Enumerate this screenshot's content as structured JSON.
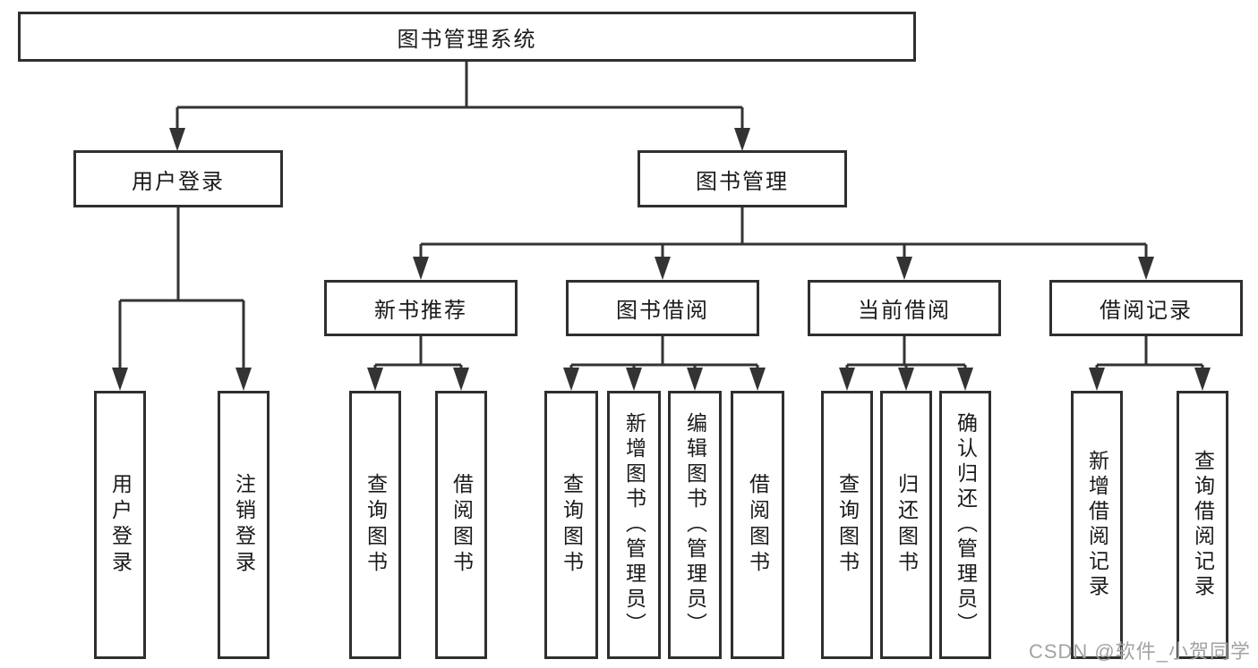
{
  "nodes": {
    "root": "图书管理系统",
    "user_login": "用户登录",
    "book_mgmt": "图书管理",
    "new_books": "新书推荐",
    "book_borrow": "图书借阅",
    "current_borrow": "当前借阅",
    "borrow_records": "借阅记录"
  },
  "leaves": {
    "user_login": [
      "用户登录",
      "注销登录"
    ],
    "new_books": [
      "查询图书",
      "借阅图书"
    ],
    "book_borrow": [
      "查询图书",
      "新增图书（管理员）",
      "编辑图书（管理员）",
      "借阅图书"
    ],
    "current_borrow": [
      "查询图书",
      "归还图书",
      "确认归还（管理员）"
    ],
    "borrow_records": [
      "新增借阅记录",
      "查询借阅记录"
    ]
  },
  "watermark": "CSDN @软件_小贺同学",
  "colors": {
    "line": "#333333",
    "border": "#2f2f2f",
    "fill": "#ffffff",
    "text": "#1a1a1a",
    "watermark": "#a3a3a3",
    "background": "#ffffff"
  }
}
